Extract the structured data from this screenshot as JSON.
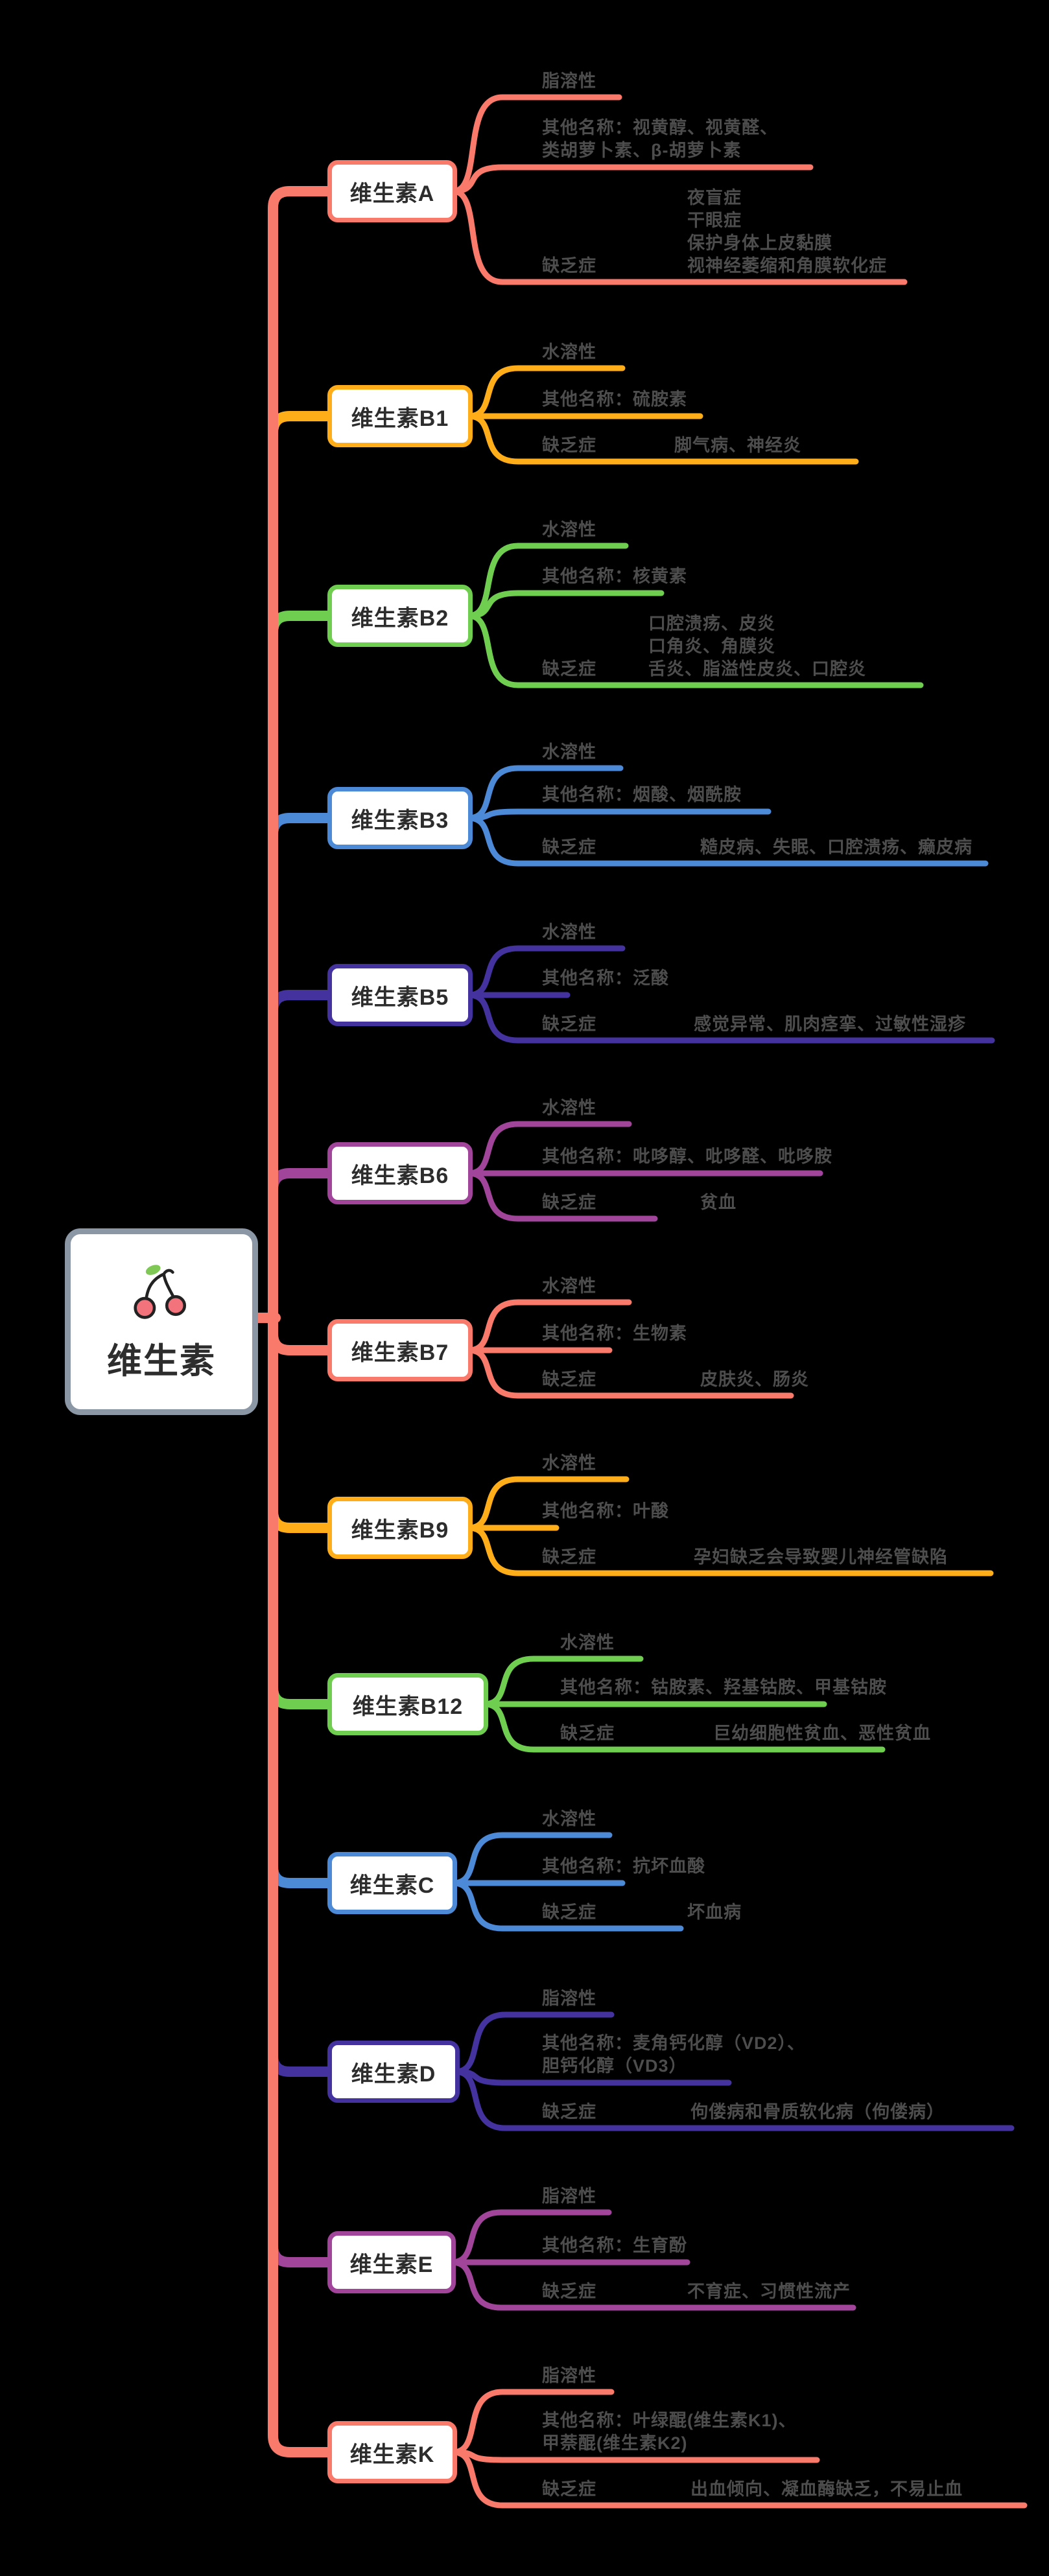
{
  "root": {
    "title": "维生素",
    "icon": "cherry-icon",
    "border_color": "#8b97a5"
  },
  "canvas_background": "#000000",
  "vitamins": [
    {
      "label": "维生素A",
      "color": "#f9796a",
      "solubility": "脂溶性",
      "names_lines": [
        "其他名称：视黄醇、视黄醛、",
        "类胡萝卜素、β-胡萝卜素"
      ],
      "deficiency_label": "缺乏症",
      "symptoms": [
        "夜盲症",
        "干眼症",
        "保护身体上皮黏膜",
        "视神经萎缩和角膜软化症"
      ]
    },
    {
      "label": "维生素B1",
      "color": "#ffae1a",
      "solubility": "水溶性",
      "names_lines": [
        "其他名称：硫胺素"
      ],
      "deficiency_label": "缺乏症",
      "symptoms": [
        "脚气病、神经炎"
      ]
    },
    {
      "label": "维生素B2",
      "color": "#6fce4f",
      "solubility": "水溶性",
      "names_lines": [
        "其他名称：核黄素"
      ],
      "deficiency_label": "缺乏症",
      "symptoms": [
        "口腔溃疡、皮炎",
        "口角炎、角膜炎",
        "舌炎、脂溢性皮炎、口腔炎"
      ]
    },
    {
      "label": "维生素B3",
      "color": "#4c89d6",
      "solubility": "水溶性",
      "names_lines": [
        "其他名称：烟酸、烟酰胺"
      ],
      "deficiency_label": "缺乏症",
      "symptoms": [
        "糙皮病、失眠、口腔溃疡、癞皮病"
      ]
    },
    {
      "label": "维生素B5",
      "color": "#44329f",
      "solubility": "水溶性",
      "names_lines": [
        "其他名称：泛酸"
      ],
      "deficiency_label": "缺乏症",
      "symptoms": [
        "感觉异常、肌肉痉挛、过敏性湿疹"
      ]
    },
    {
      "label": "维生素B6",
      "color": "#a1459b",
      "solubility": "水溶性",
      "names_lines": [
        "其他名称：吡哆醇、吡哆醛、吡哆胺"
      ],
      "deficiency_label": "缺乏症",
      "symptoms": [
        "贫血"
      ]
    },
    {
      "label": "维生素B7",
      "color": "#f9796a",
      "solubility": "水溶性",
      "names_lines": [
        "其他名称：生物素"
      ],
      "deficiency_label": "缺乏症",
      "symptoms": [
        "皮肤炎、肠炎"
      ]
    },
    {
      "label": "维生素B9",
      "color": "#ffae1a",
      "solubility": "水溶性",
      "names_lines": [
        "其他名称：叶酸"
      ],
      "deficiency_label": "缺乏症",
      "symptoms": [
        "孕妇缺乏会导致婴儿神经管缺陷"
      ]
    },
    {
      "label": "维生素B12",
      "color": "#6fce4f",
      "solubility": "水溶性",
      "names_lines": [
        "其他名称：钴胺素、羟基钴胺、甲基钴胺"
      ],
      "deficiency_label": "缺乏症",
      "symptoms": [
        "巨幼细胞性贫血、恶性贫血"
      ]
    },
    {
      "label": "维生素C",
      "color": "#4c89d6",
      "solubility": "水溶性",
      "names_lines": [
        "其他名称：抗坏血酸"
      ],
      "deficiency_label": "缺乏症",
      "symptoms": [
        "坏血病"
      ]
    },
    {
      "label": "维生素D",
      "color": "#44329f",
      "solubility": "脂溶性",
      "names_lines": [
        "其他名称：麦角钙化醇（VD2）、",
        "胆钙化醇（VD3）"
      ],
      "deficiency_label": "缺乏症",
      "symptoms": [
        "佝偻病和骨质软化病（佝偻病）"
      ]
    },
    {
      "label": "维生素E",
      "color": "#a1459b",
      "solubility": "脂溶性",
      "names_lines": [
        "其他名称：生育酚"
      ],
      "deficiency_label": "缺乏症",
      "symptoms": [
        "不育症、习惯性流产"
      ]
    },
    {
      "label": "维生素K",
      "color": "#f9796a",
      "solubility": "脂溶性",
      "names_lines": [
        "其他名称：叶绿醌(维生素K1)、",
        "甲萘醌(维生素K2)"
      ],
      "deficiency_label": "缺乏症",
      "symptoms": [
        "出血倾向、凝血酶缺乏，不易止血"
      ]
    }
  ]
}
